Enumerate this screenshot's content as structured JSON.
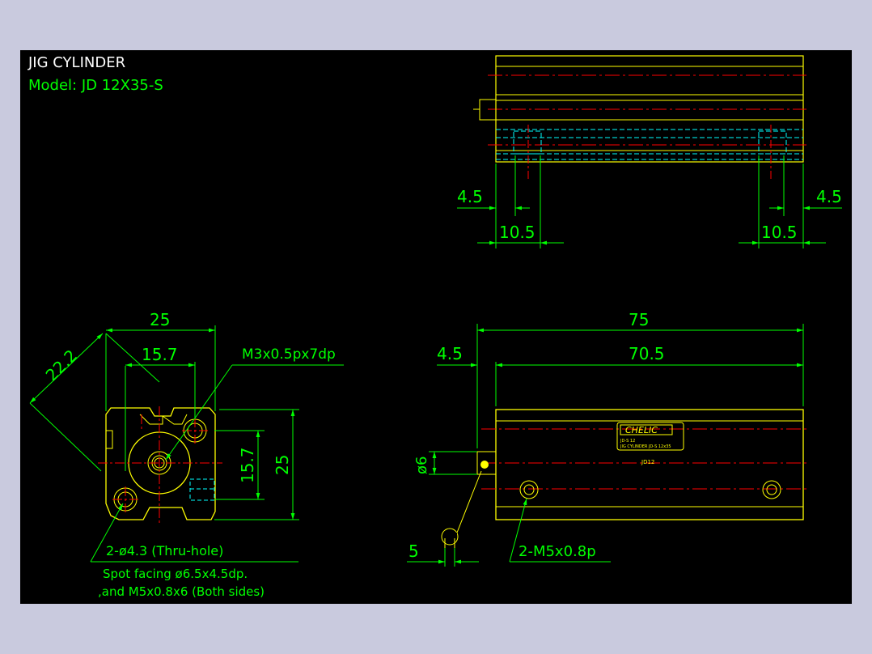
{
  "title_block": {
    "title": "JIG CYLINDER",
    "model": "Model:  JD 12X35-S"
  },
  "dimensions": {
    "top_left_offset": "4.5",
    "top_right_offset": "4.5",
    "top_left_width": "10.5",
    "top_right_width": "10.5",
    "front_width": "25",
    "front_inner_width": "15.7",
    "front_diagonal": "22.2",
    "front_height": "25",
    "front_inner_height": "15.7",
    "side_total_length": "75",
    "side_body_length": "70.5",
    "side_offset": "4.5",
    "rod_diameter": "ø6",
    "rod_end_width": "5"
  },
  "callouts": {
    "tap_hole": "M3x0.5px7dp",
    "thru_hole": "2-ø4.3 (Thru-hole)",
    "spot_facing": "Spot facing  ø6.5x4.5dp.",
    "spot_facing_2": ",and M5x0.8x6 (Both sides)",
    "port": "2-M5x0.8p"
  },
  "nameplate": {
    "brand": "CHELIC",
    "brand_suffix": "CHELIC",
    "line1": "JD-S 12",
    "line2": "JIG CYLINDER JD-S 12x35",
    "model_mark": "JD12"
  },
  "colors": {
    "background": "#000000",
    "outer_frame": "#c9cade",
    "outline": "#ffff00",
    "dimension": "#00ff00",
    "centerline": "#ff0000",
    "hidden": "#00ffff",
    "text": "#ffffff"
  }
}
